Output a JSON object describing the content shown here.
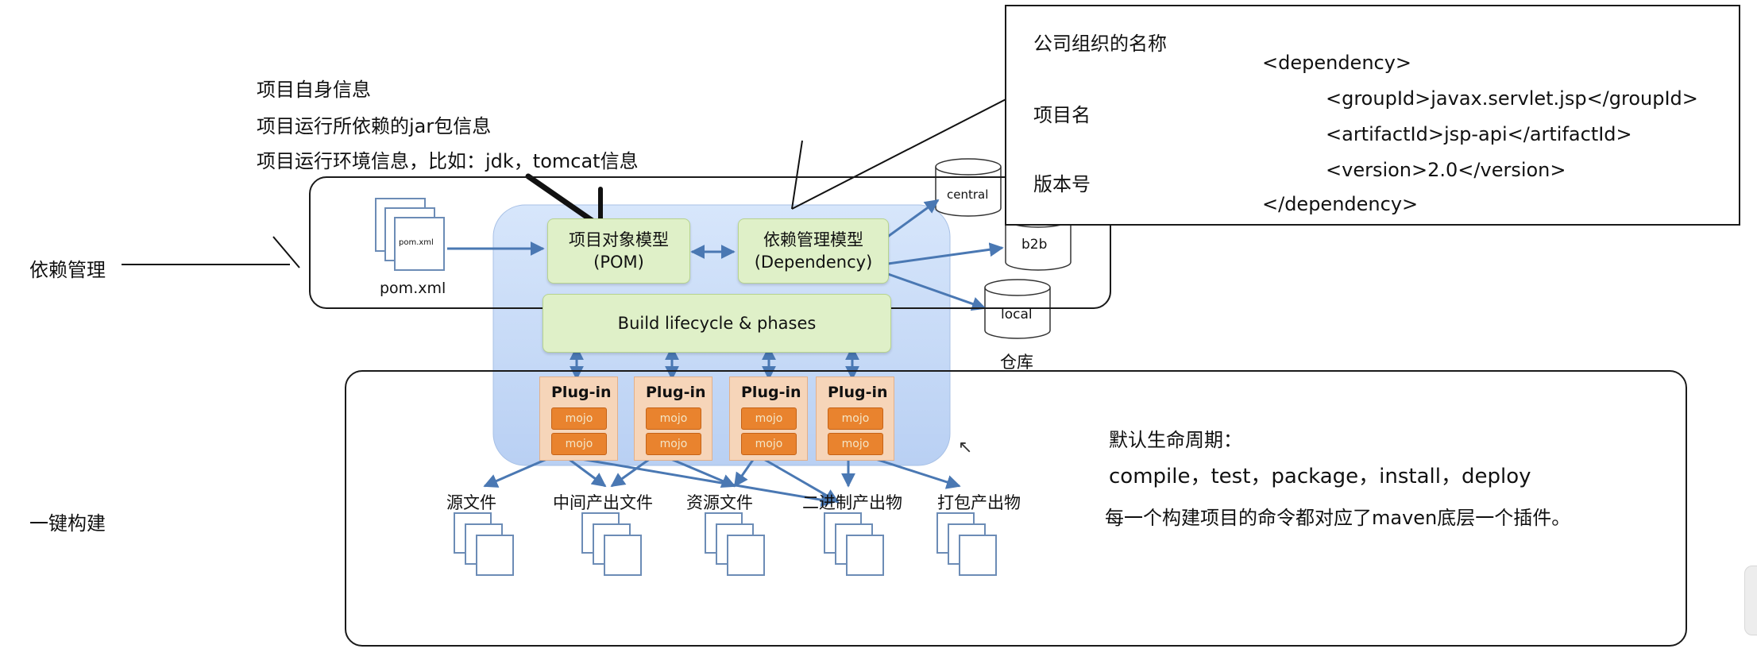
{
  "notes": {
    "project_info": [
      "项目自身信息",
      "项目运行所依赖的jar包信息",
      "项目运行环境信息，比如：jdk，tomcat信息"
    ],
    "dependency_management": "依赖管理",
    "one_click_build": "一键构建",
    "default_lifecycle_title": "默认生命周期：",
    "default_lifecycle_phases": "compile，test，package，install，deploy",
    "plugin_note": "每一个构建项目的命令都对应了maven底层一个插件。"
  },
  "xml_panel": {
    "labels": [
      "公司组织的名称",
      "项目名",
      "版本号"
    ],
    "lines": [
      "<dependency>",
      "<groupId>javax.servlet.jsp</groupId>",
      "<artifactId>jsp-api</artifactId>",
      "<version>2.0</version>",
      "</dependency>"
    ]
  },
  "diagram": {
    "pom_file_label": "pom.xml",
    "pom_icon_text": "pom.xml",
    "pom_model": [
      "项目对象模型",
      "(POM)"
    ],
    "dependency_model": [
      "依赖管理模型",
      "(Dependency)"
    ],
    "build_lifecycle": "Build lifecycle & phases",
    "plugins": [
      {
        "label": "Plug-in",
        "mojos": [
          "mojo",
          "mojo"
        ]
      },
      {
        "label": "Plug-in",
        "mojos": [
          "mojo",
          "mojo"
        ]
      },
      {
        "label": "Plug-in",
        "mojos": [
          "mojo",
          "mojo"
        ]
      },
      {
        "label": "Plug-in",
        "mojos": [
          "mojo",
          "mojo"
        ]
      }
    ],
    "repositories": [
      "central",
      "b2b",
      "local"
    ],
    "repository_label": "仓库",
    "outputs": [
      "源文件",
      "中间产出文件",
      "资源文件",
      "二进制产出物",
      "打包产出物"
    ]
  },
  "colors": {
    "panel_fill": "#c9dcf7",
    "model_fill": "#dff0c8",
    "plugin_fill": "#f6d5b9",
    "mojo_fill": "#e9832e",
    "arrow": "#4a78b3"
  }
}
